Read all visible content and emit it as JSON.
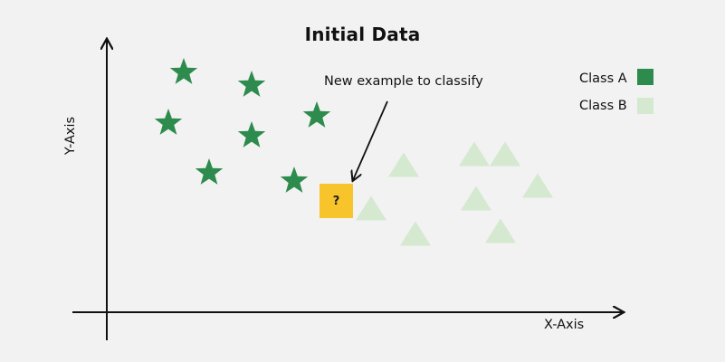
{
  "title": "Initial Data",
  "annotation": "New example to classify",
  "axes": {
    "x_label": "X-Axis",
    "y_label": "Y-Axis"
  },
  "legend": [
    {
      "label": "Class A",
      "color": "#2e8b4e"
    },
    {
      "label": "Class B",
      "color": "#d4e9cf"
    }
  ],
  "query_point": {
    "label": "?",
    "color": "#f7c42b"
  },
  "colors": {
    "class_a": "#2e8b4e",
    "class_b": "#d4e9cf",
    "query": "#f7c42b",
    "axis": "#111111",
    "background": "#f2f2f2"
  }
}
